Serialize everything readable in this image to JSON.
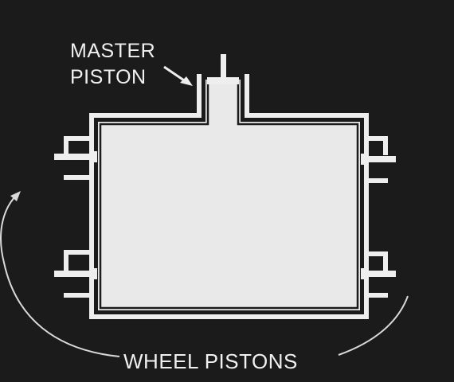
{
  "labels": {
    "master_line1": "MASTER",
    "master_line2": "PISTON",
    "wheel": "WHEEL PISTONS"
  },
  "colors": {
    "background": "#1b1b1b",
    "line": "#eeeeee",
    "fluid": "#e9e9e9",
    "text": "#f0f0f0"
  }
}
